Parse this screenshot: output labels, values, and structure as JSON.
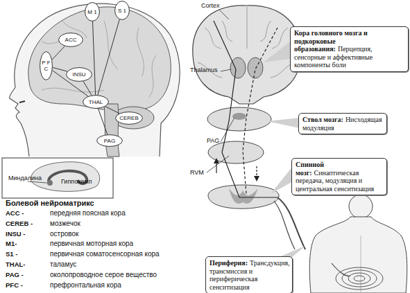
{
  "diagram": {
    "nodes": [
      {
        "text": [
          "M 1"
        ]
      },
      {
        "text": [
          "S 1"
        ]
      },
      {
        "text": [
          "ACC"
        ]
      },
      {
        "text": [
          "P F C"
        ]
      },
      {
        "text": [
          "INSU"
        ]
      },
      {
        "text": [
          "THAL"
        ]
      },
      {
        "text": [
          "CEREB"
        ]
      },
      {
        "text": [
          "PAG"
        ]
      },
      {
        "text": [
          "Кора головного мозга и подкорковые образования:",
          "Перцепция, сенсорные и аффективные компоненты боли"
        ]
      },
      {
        "text": [
          "Ствол мозга:",
          "Нисходящая модуляция"
        ]
      },
      {
        "text": [
          "Спинной мозг:",
          "Синаптическая передача, модуляция и центральная сенситизация"
        ]
      },
      {
        "text": [
          "Периферия:",
          "Трансдукция, трансмиссия и периферическая сенситизация"
        ]
      }
    ],
    "edges": [
      {
        "from": 0,
        "to": 5,
        "arrow": "none"
      },
      {
        "from": 1,
        "to": 5,
        "arrow": "none"
      },
      {
        "from": 3,
        "to": 2,
        "arrow": "none"
      },
      {
        "from": 3,
        "to": 4,
        "arrow": "none"
      },
      {
        "from": 3,
        "to": 5,
        "arrow": "none"
      },
      {
        "from": 4,
        "to": 5,
        "arrow": "none"
      },
      {
        "from": 5,
        "to": 6,
        "arrow": "none"
      },
      {
        "from": 5,
        "to": 7,
        "arrow": "none"
      }
    ],
    "labels": [
      "Миндалина",
      "Гиппокамп",
      "Болевой нейроматрикс",
      "ACC -",
      "передняя поясная кора",
      "CEREB -",
      "мозжечок",
      "INSU -",
      "островок",
      "M1-",
      "первичная моторная кора",
      "S1 -",
      "первичная соматосенсорная кора",
      "THAL-",
      "таламус",
      "PAG -",
      "околопроводное серое вещество",
      "PFC -",
      "префронтальная кора",
      "Cortex",
      "Thalamus",
      "PAG",
      "RVM"
    ]
  }
}
